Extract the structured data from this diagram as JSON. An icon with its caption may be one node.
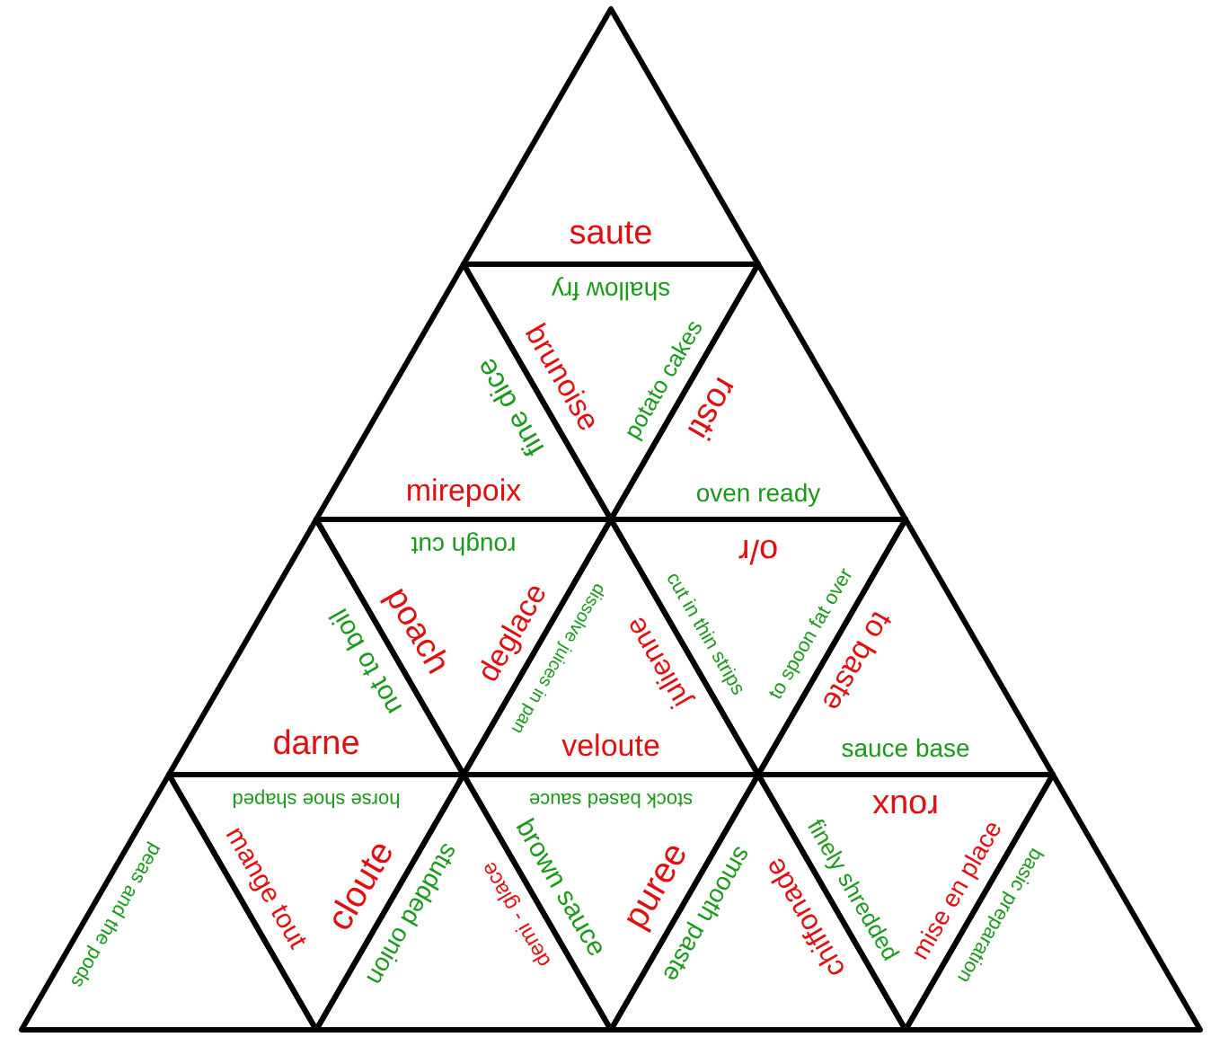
{
  "diagram": {
    "nodes": [
      {
        "text": [
          "saute"
        ]
      },
      {
        "text": [
          "fine dice",
          "mirepoix"
        ]
      },
      {
        "text": [
          "shallow fry",
          "brunoise",
          "potato cakes"
        ]
      },
      {
        "text": [
          "rosti",
          "oven ready"
        ]
      },
      {
        "text": [
          "not to boil",
          "darne"
        ]
      },
      {
        "text": [
          "rough cut",
          "poach",
          "deglace"
        ]
      },
      {
        "text": [
          "dissolve juices in pan",
          "julienne",
          "veloute"
        ]
      },
      {
        "text": [
          "o/r",
          "cut in thin strips",
          "to spoon fat over"
        ]
      },
      {
        "text": [
          "to baste",
          "sauce base"
        ]
      },
      {
        "text": [
          "peas and the pods"
        ]
      },
      {
        "text": [
          "horse shoe shaped",
          "mange tout",
          "cloute"
        ]
      },
      {
        "text": [
          "studded onion",
          "demi - glace"
        ]
      },
      {
        "text": [
          "stock based sauce",
          "brown sauce",
          "puree"
        ]
      },
      {
        "text": [
          "smooth paste",
          "chiffonade"
        ]
      },
      {
        "text": [
          "roux",
          "finely shredded",
          "mise en place"
        ]
      },
      {
        "text": [
          "basic preparation"
        ]
      }
    ]
  }
}
